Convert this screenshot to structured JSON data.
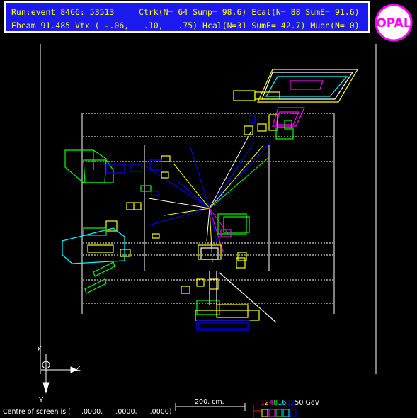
{
  "header": {
    "line1": "Run:event 8466: 53513     Ctrk(N= 64 Sump= 98.6) Ecal(N= 88 SumE= 91.6)",
    "line2": "Ebeam 91.485 Vtx ( -.06,   .10,   .75) Hcal(N=31 SumE= 42.7) Muon(N= 0)"
  },
  "logo": {
    "text": "OPAL",
    "ring_color": "#ff00ff",
    "letter_color": "#ff00ff"
  },
  "axes": {
    "x_label": "X",
    "y_label": "Y",
    "z_label": "Z"
  },
  "footer": {
    "centre_of_screen": "Centre of screen is (     .0000,      .0000,      .0000)",
    "scale_label": "200. cm.",
    "energy_scale": {
      "values": [
        "1",
        "2",
        "4",
        "8",
        "16",
        "32",
        "50 GeV"
      ],
      "colors": [
        "#ff0000",
        "#ffff00",
        "#ff00ff",
        "#00ff00",
        "#00ffff",
        "#0000ff",
        "#ffffff"
      ]
    }
  },
  "colors": {
    "background": "#000000",
    "header_bg": "#1b1bf0",
    "header_text": "#ffff00",
    "tracks": "#0000ff",
    "ecal": "#ffff00",
    "hcal": "#00ff00",
    "muon": "#ff00ff",
    "frame": "#ffffff"
  }
}
